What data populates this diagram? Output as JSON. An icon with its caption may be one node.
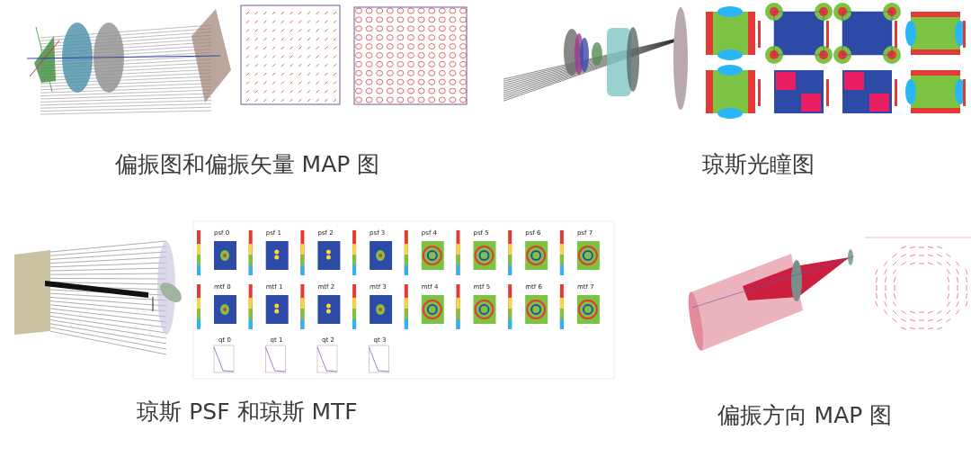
{
  "diagram": {
    "labels": [
      "偏振图和偏振矢量 MAP 图",
      "琼斯光瞳图",
      "psf 0",
      "psf 1",
      "psf 2",
      "psf 3",
      "psf 4",
      "psf 5",
      "psf 6",
      "psf 7",
      "mtf 0",
      "mtf 1",
      "mtf 2",
      "mtf 3",
      "mtf 4",
      "mtf 5",
      "mtf 6",
      "mtf 7",
      "qt 0",
      "qt 1",
      "qt 2",
      "qt 3",
      "琼斯 PSF 和琼斯 MTF",
      "偏振方向 MAP 图"
    ]
  }
}
